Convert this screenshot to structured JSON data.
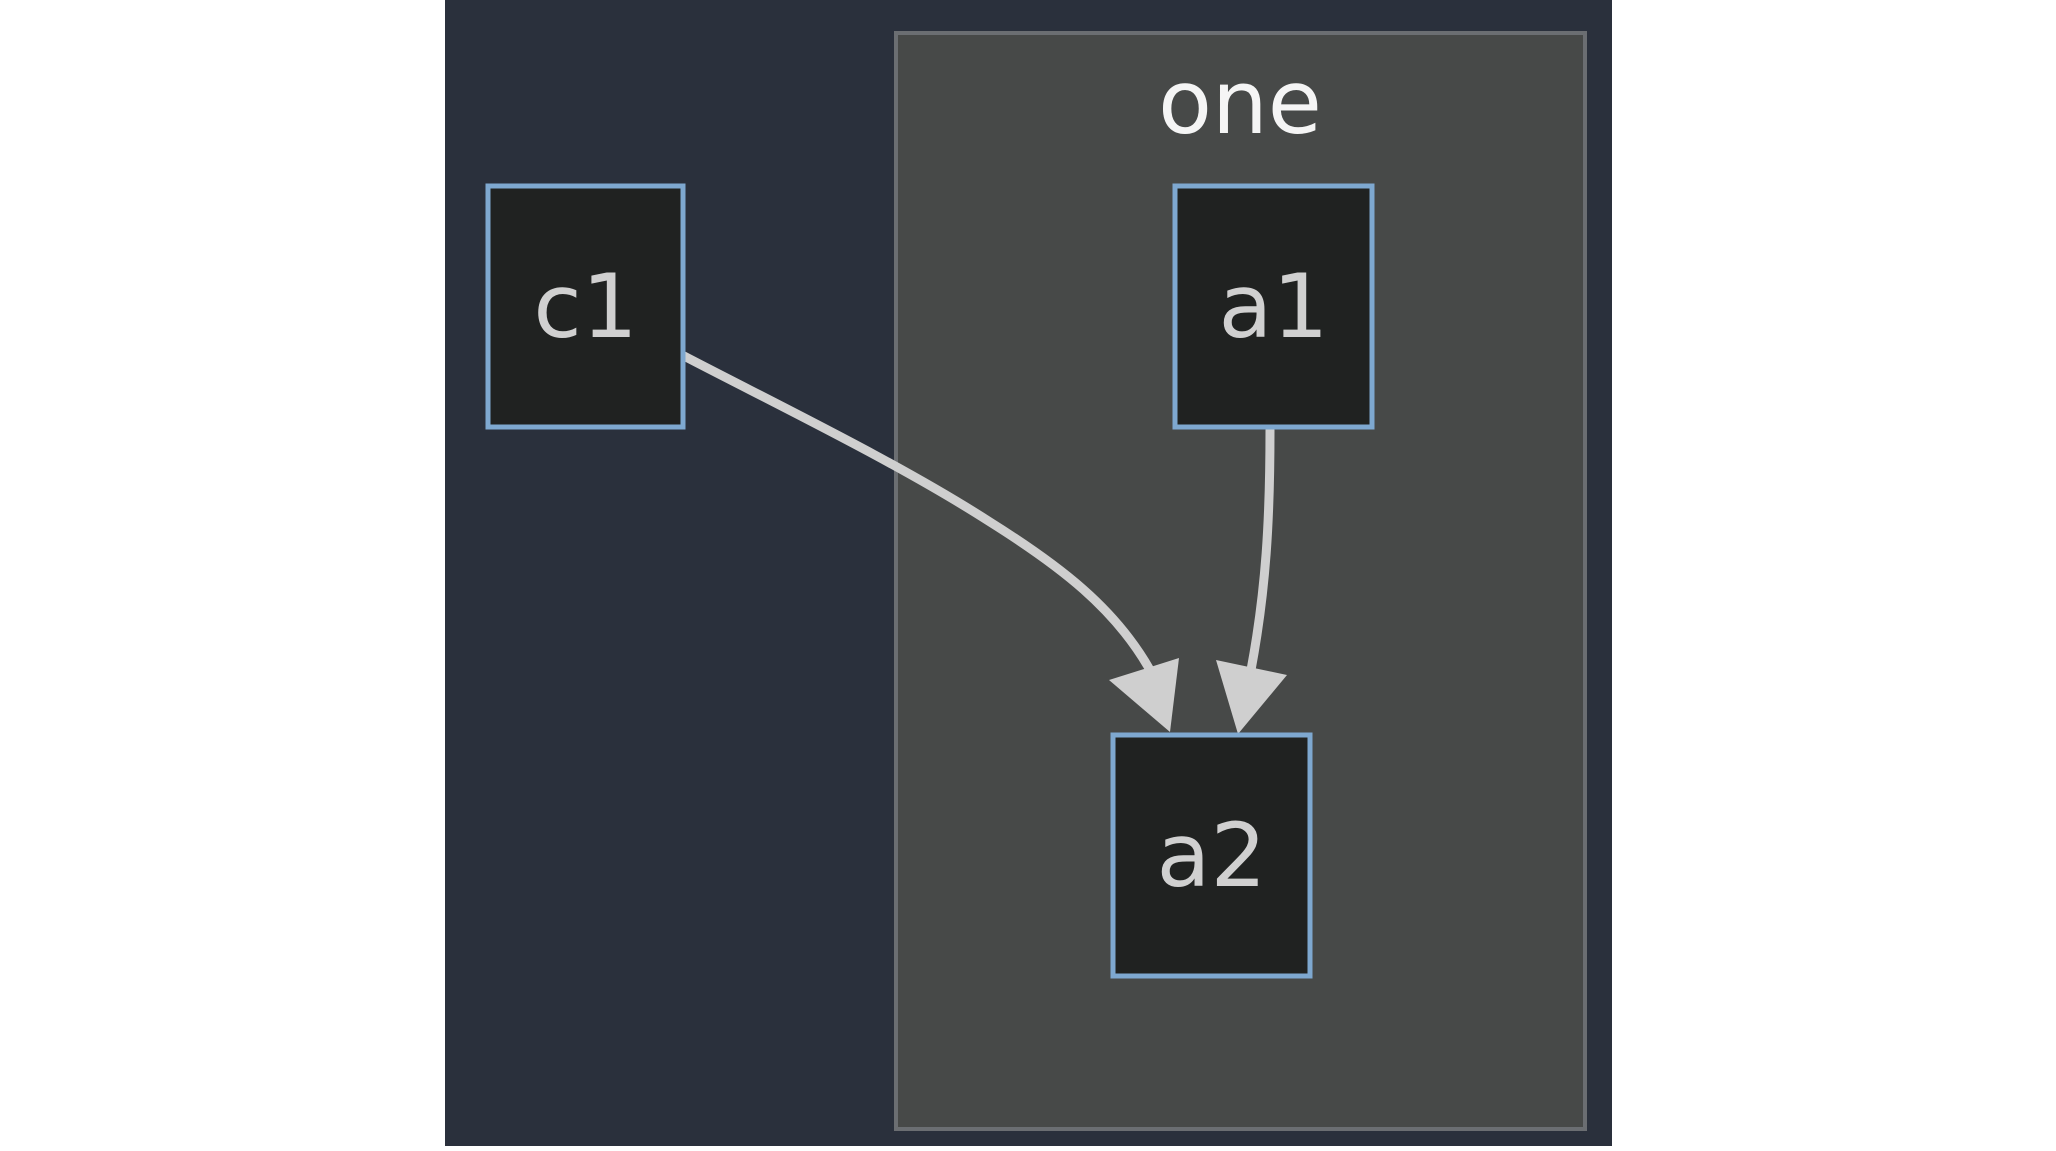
{
  "diagram": {
    "subgraph": {
      "label": "one"
    },
    "nodes": {
      "c1": {
        "label": "c1"
      },
      "a1": {
        "label": "a1"
      },
      "a2": {
        "label": "a2"
      }
    },
    "edges": [
      {
        "from": "c1",
        "to": "a2"
      },
      {
        "from": "a1",
        "to": "a2"
      }
    ]
  },
  "colors": {
    "page_background": "#ffffff",
    "canvas_background": "#2a303c",
    "cluster_fill": "#474948",
    "cluster_stroke": "#6b6e72",
    "node_fill": "#202221",
    "node_stroke": "#7ea8d0",
    "node_text": "#d0d0d0",
    "cluster_label_text": "#f5f5f5",
    "edge_color": "#cfcfcf"
  }
}
